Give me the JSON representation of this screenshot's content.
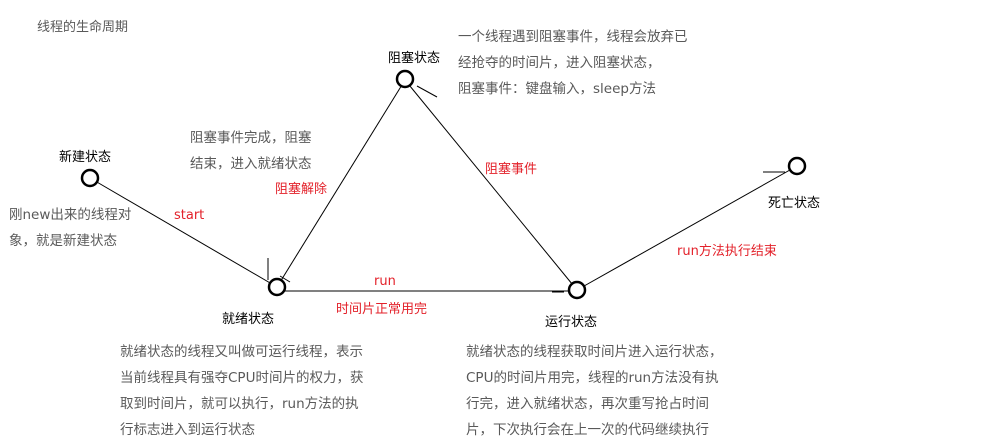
{
  "title": "线程的生命周期",
  "states": {
    "new": "新建状态",
    "ready": "就绪状态",
    "running": "运行状态",
    "blocked": "阻塞状态",
    "dead": "死亡状态"
  },
  "transitions": {
    "start": "start",
    "run": "run",
    "timeslice_done": "时间片正常用完",
    "block_event": "阻塞事件",
    "unblock": "阻塞解除",
    "run_finished": "run方法执行结束"
  },
  "notes": {
    "new": [
      "刚new出来的线程对",
      "象，就是新建状态"
    ],
    "blocked": [
      "一个线程遇到阻塞事件，线程会放弃已",
      "经抢夺的时间片，进入阻塞状态，",
      "阻塞事件：键盘输入，sleep方法"
    ],
    "unblock": [
      "阻塞事件完成，阻塞",
      "结束，进入就绪状态"
    ],
    "ready": [
      "就绪状态的线程又叫做可运行线程，表示",
      "当前线程具有强夺CPU时间片的权力，获",
      "取到时间片，就可以执行，run方法的执",
      "行标志进入到运行状态"
    ],
    "running": [
      "就绪状态的线程获取时间片进入运行状态，",
      "CPU的时间片用完，线程的run方法没有执",
      "行完，进入就绪状态，再次重写抢占时间",
      "片，下次执行会在上一次的代码继续执行"
    ]
  }
}
